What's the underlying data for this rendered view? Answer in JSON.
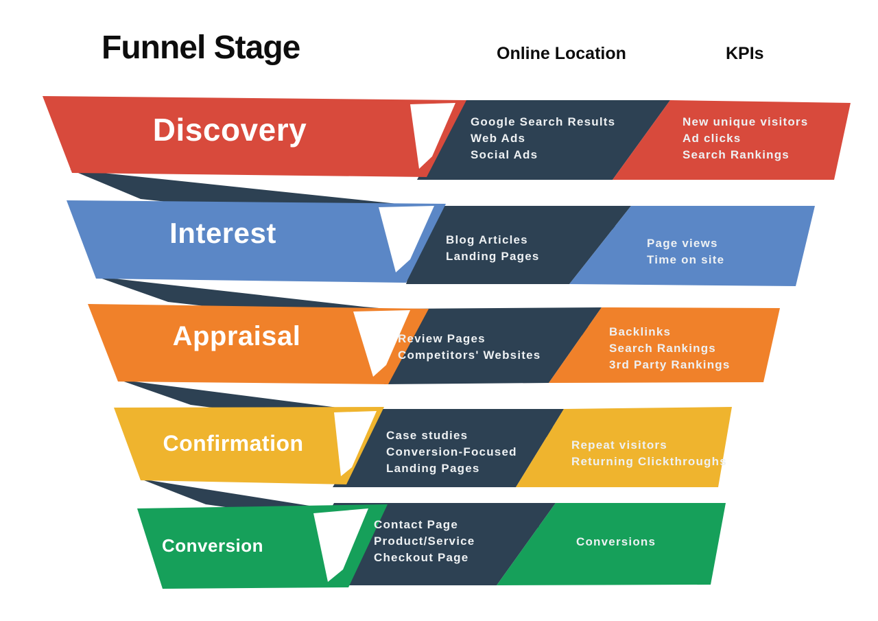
{
  "header": {
    "title": "Funnel Stage",
    "col_location": "Online Location",
    "col_kpis": "KPIs"
  },
  "stages": [
    {
      "name": "Discovery",
      "color": "#d84a3c",
      "locations": [
        "Google Search Results",
        "Web Ads",
        "Social Ads"
      ],
      "kpis": [
        "New unique visitors",
        "Ad clicks",
        "Search Rankings"
      ]
    },
    {
      "name": "Interest",
      "color": "#5b87c6",
      "locations": [
        "Blog Articles",
        "Landing Pages"
      ],
      "kpis": [
        "Page views",
        "Time on site"
      ]
    },
    {
      "name": "Appraisal",
      "color": "#f0812a",
      "locations": [
        "Review Pages",
        "Competitors' Websites"
      ],
      "kpis": [
        "Backlinks",
        "Search Rankings",
        "3rd Party Rankings"
      ]
    },
    {
      "name": "Confirmation",
      "color": "#efb42e",
      "locations": [
        "Case studies",
        "Conversion-Focused",
        "Landing Pages"
      ],
      "kpis": [
        "Repeat visitors",
        "Returning Clickthroughs"
      ]
    },
    {
      "name": "Conversion",
      "color": "#16a05a",
      "locations": [
        "Contact Page",
        "Product/Service",
        "Checkout Page"
      ],
      "kpis": [
        "Conversions"
      ]
    }
  ],
  "colors": {
    "funnel_dark": "#2d4153",
    "wedge_white": "#ffffff",
    "title_text": "#0d0d0d",
    "light_text": "#eef1f3"
  }
}
